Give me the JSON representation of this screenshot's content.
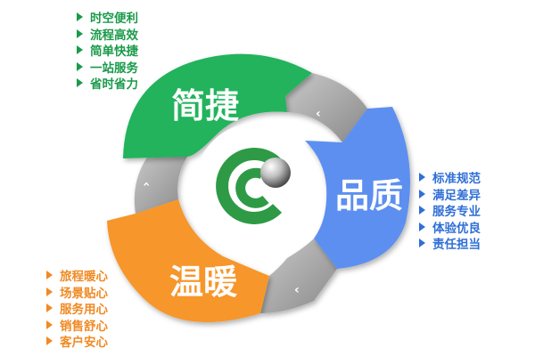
{
  "colors": {
    "green": "#21b35b",
    "blue": "#5b8ff0",
    "orange": "#f7962c",
    "gray": "#9a9a9a",
    "logo_green": "#2e9a46"
  },
  "segments": [
    {
      "id": "green",
      "label": "简捷",
      "items": [
        "时空便利",
        "流程高效",
        "简单快捷",
        "一站服务",
        "省时省力"
      ]
    },
    {
      "id": "blue",
      "label": "品质",
      "items": [
        "标准规范",
        "满足差异",
        "服务专业",
        "体验优良",
        "责任担当"
      ]
    },
    {
      "id": "orange",
      "label": "温暖",
      "items": [
        "旅程暖心",
        "场景贴心",
        "服务用心",
        "销售舒心",
        "客户安心"
      ]
    }
  ],
  "logo": {
    "name": "company-logo"
  }
}
